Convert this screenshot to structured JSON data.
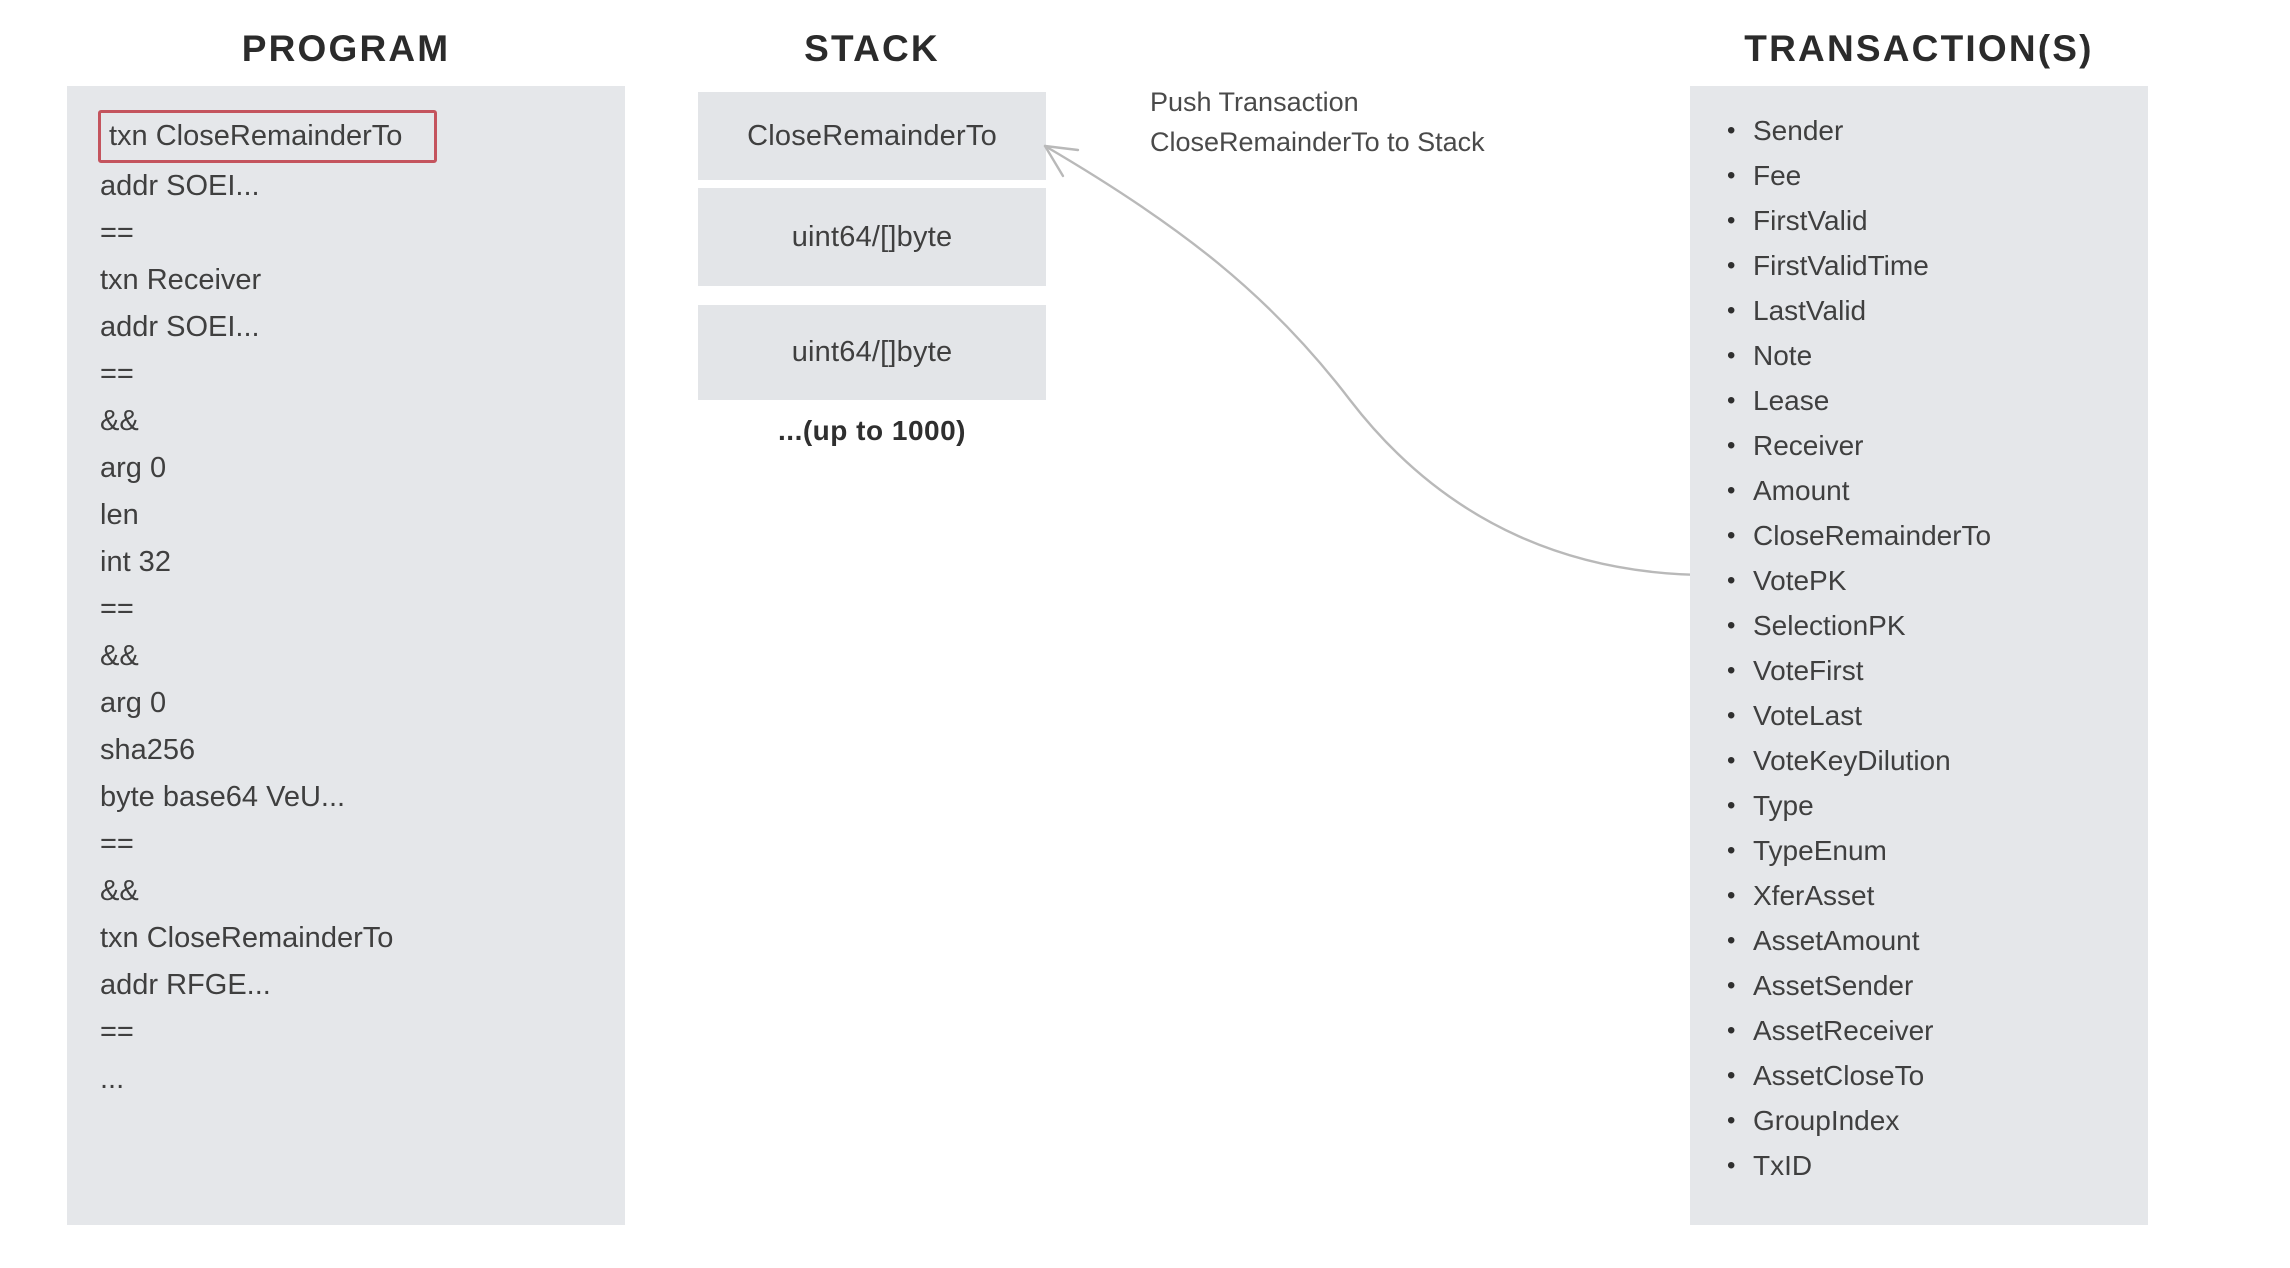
{
  "columns": {
    "program": {
      "heading": "PROGRAM",
      "highlighted_line_index": 0,
      "highlight_color": "#c4545e",
      "panel_color": "#e5e7ea",
      "lines": [
        "txn CloseRemainderTo",
        "addr SOEI...",
        "==",
        "txn Receiver",
        "addr SOEI...",
        "==",
        "&&",
        "arg 0",
        "len",
        "int 32",
        "==",
        "&&",
        "arg 0",
        "sha256",
        "byte base64 VeU...",
        "==",
        "&&",
        "txn CloseRemainderTo",
        "addr RFGE...",
        "==",
        "..."
      ]
    },
    "stack": {
      "heading": "STACK",
      "cell_color": "#e3e5e8",
      "cells": [
        "CloseRemainderTo",
        "uint64/[]byte",
        "uint64/[]byte"
      ],
      "footer": "...(up to 1000)"
    },
    "transaction": {
      "heading": "TRANSACTION(S)",
      "panel_color": "#e5e7ea",
      "fields": [
        "Sender",
        "Fee",
        "FirstValid",
        "FirstValidTime",
        "LastValid",
        "Note",
        "Lease",
        "Receiver",
        "Amount",
        "CloseRemainderTo",
        "VotePK",
        "SelectionPK",
        "VoteFirst",
        "VoteLast",
        "VoteKeyDilution",
        "Type",
        "TypeEnum",
        "XferAsset",
        "AssetAmount",
        "AssetSender",
        "AssetReceiver",
        "AssetCloseTo",
        "GroupIndex",
        "TxID"
      ]
    }
  },
  "annotation": {
    "line1": "Push Transaction",
    "line2": "CloseRemainderTo to Stack",
    "arrow_color": "#b9b9b9",
    "arrow_name": "push-transaction-arrow"
  }
}
